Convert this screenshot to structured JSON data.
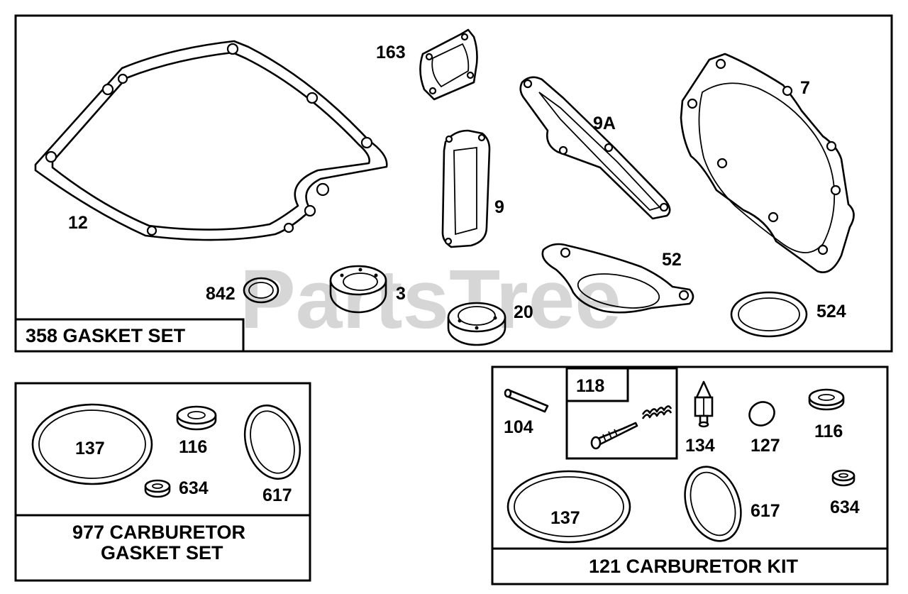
{
  "watermark": "PartsTree",
  "gasket_set": {
    "title": "358 GASKET SET",
    "labels": {
      "p12": "12",
      "p163": "163",
      "p9": "9",
      "p9a": "9A",
      "p7": "7",
      "p52": "52",
      "p842": "842",
      "p3": "3",
      "p20": "20",
      "p524": "524"
    }
  },
  "carb_gasket_set": {
    "title_line1": "977 CARBURETOR",
    "title_line2": "GASKET SET",
    "labels": {
      "p137": "137",
      "p116": "116",
      "p634": "634",
      "p617": "617"
    }
  },
  "carb_kit": {
    "title": "121 CARBURETOR KIT",
    "sub_title": "118",
    "labels": {
      "p104": "104",
      "p134": "134",
      "p127": "127",
      "p116": "116",
      "p137": "137",
      "p617": "617",
      "p634": "634"
    }
  }
}
